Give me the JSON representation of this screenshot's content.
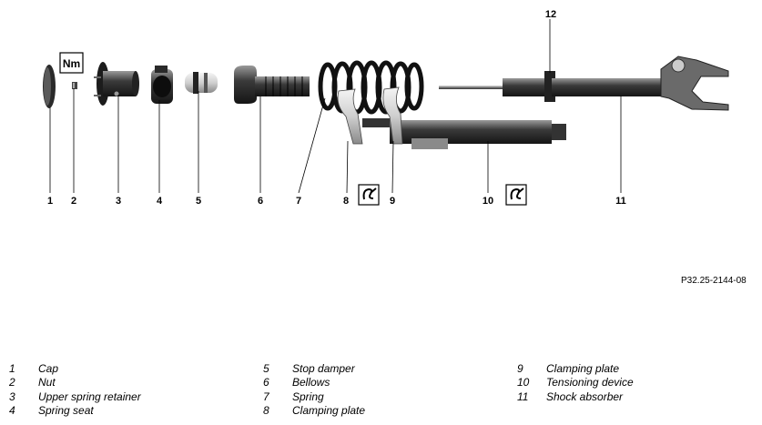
{
  "icons": [
    "nm-torque-icon",
    "special-tool-icon"
  ],
  "torque_symbol": "Nm",
  "callouts": [
    "1",
    "2",
    "3",
    "4",
    "5",
    "6",
    "7",
    "8",
    "9",
    "10",
    "11",
    "12"
  ],
  "reference": "P32.25-2144-08",
  "legend": [
    [
      {
        "num": "1",
        "label": "Cap"
      },
      {
        "num": "2",
        "label": "Nut"
      },
      {
        "num": "3",
        "label": "Upper spring retainer"
      },
      {
        "num": "4",
        "label": "Spring seat"
      }
    ],
    [
      {
        "num": "5",
        "label": "Stop damper"
      },
      {
        "num": "6",
        "label": "Bellows"
      },
      {
        "num": "7",
        "label": "Spring"
      },
      {
        "num": "8",
        "label": "Clamping plate"
      }
    ],
    [
      {
        "num": "9",
        "label": "Clamping plate"
      },
      {
        "num": "10",
        "label": "Tensioning device"
      },
      {
        "num": "11",
        "label": "Shock absorber"
      }
    ]
  ]
}
